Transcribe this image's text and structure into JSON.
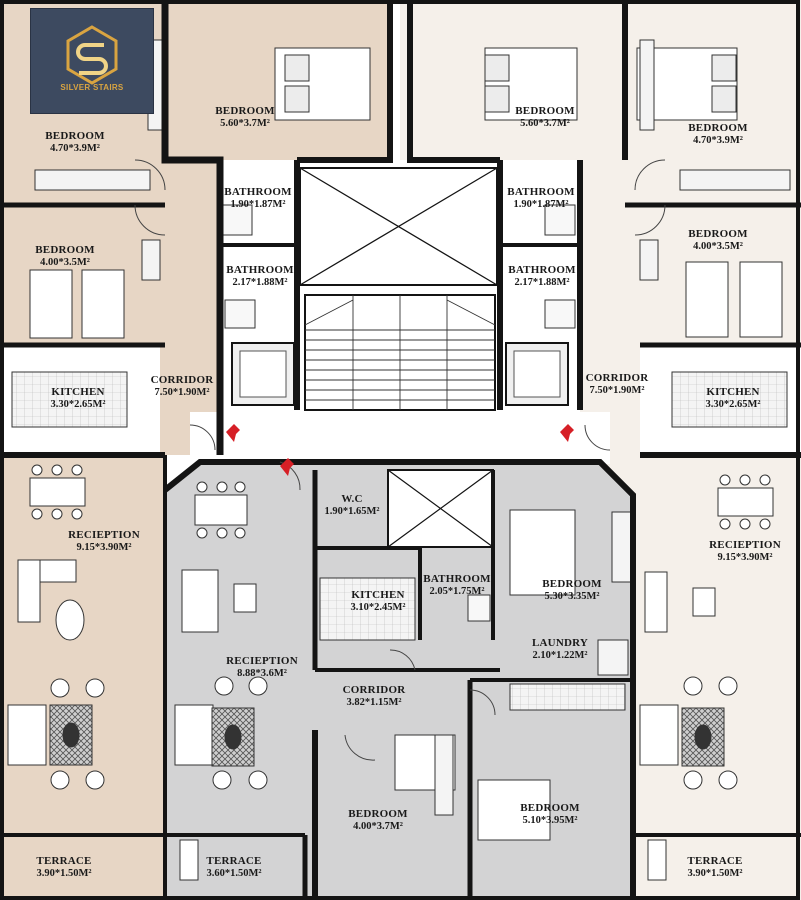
{
  "logo": {
    "text": "SILVER STAIRS"
  },
  "colors": {
    "tan_unit": "#e7d6c5",
    "light_unit": "#f5f0ea",
    "gray_unit": "#d3d3d4",
    "wall": "#141414",
    "accent_door": "#d61f26"
  },
  "rooms": [
    {
      "name": "BEDROOM",
      "dim": "4.70*3.9M²"
    },
    {
      "name": "BEDROOM",
      "dim": "5.60*3.7M²"
    },
    {
      "name": "BEDROOM",
      "dim": "5.60*3.7M²"
    },
    {
      "name": "BEDROOM",
      "dim": "4.70*3.9M²"
    },
    {
      "name": "BATHROOM",
      "dim": "1.90*1.87M²"
    },
    {
      "name": "BATHROOM",
      "dim": "1.90*1.87M²"
    },
    {
      "name": "BEDROOM",
      "dim": "4.00*3.5M²"
    },
    {
      "name": "BEDROOM",
      "dim": "4.00*3.5M²"
    },
    {
      "name": "BATHROOM",
      "dim": "2.17*1.88M²"
    },
    {
      "name": "BATHROOM",
      "dim": "2.17*1.88M²"
    },
    {
      "name": "KITCHEN",
      "dim": "3.30*2.65M²"
    },
    {
      "name": "KITCHEN",
      "dim": "3.30*2.65M²"
    },
    {
      "name": "CORRIDOR",
      "dim": "7.50*1.90M²"
    },
    {
      "name": "CORRIDOR",
      "dim": "7.50*1.90M²"
    },
    {
      "name": "W.C",
      "dim": "1.90*1.65M²"
    },
    {
      "name": "RECIEPTION",
      "dim": "9.15*3.90M²"
    },
    {
      "name": "RECIEPTION",
      "dim": "9.15*3.90M²"
    },
    {
      "name": "KITCHEN",
      "dim": "3.10*2.45M²"
    },
    {
      "name": "BATHROOM",
      "dim": "2.05*1.75M²"
    },
    {
      "name": "BEDROOM",
      "dim": "5.30*3.35M²"
    },
    {
      "name": "LAUNDRY",
      "dim": "2.10*1.22M²"
    },
    {
      "name": "RECIEPTION",
      "dim": "8.88*3.6M²"
    },
    {
      "name": "CORRIDOR",
      "dim": "3.82*1.15M²"
    },
    {
      "name": "BEDROOM",
      "dim": "4.00*3.7M²"
    },
    {
      "name": "BEDROOM",
      "dim": "5.10*3.95M²"
    },
    {
      "name": "TERRACE",
      "dim": "3.90*1.50M²"
    },
    {
      "name": "TERRACE",
      "dim": "3.60*1.50M²"
    },
    {
      "name": "TERRACE",
      "dim": "3.90*1.50M²"
    }
  ]
}
